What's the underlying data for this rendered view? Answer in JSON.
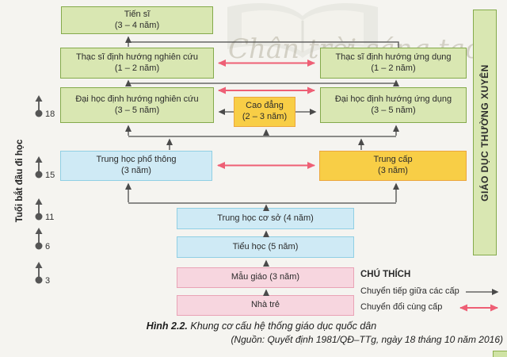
{
  "diagram": {
    "boxes": {
      "tien_si": {
        "name": "Tiến sĩ",
        "duration": "(3 – 4 năm)"
      },
      "thac_si_nc": {
        "name": "Thạc sĩ định hướng nghiên cứu",
        "duration": "(1 – 2 năm)"
      },
      "thac_si_ud": {
        "name": "Thạc sĩ định hướng ứng dụng",
        "duration": "(1 – 2 năm)"
      },
      "dai_hoc_nc": {
        "name": "Đại học định hướng nghiên cứu",
        "duration": "(3 – 5 năm)"
      },
      "cao_dang": {
        "name": "Cao đẳng",
        "duration": "(2 – 3 năm)"
      },
      "dai_hoc_ud": {
        "name": "Đại học định hướng ứng dụng",
        "duration": "(3 – 5 năm)"
      },
      "thpt": {
        "name": "Trung học phổ thông",
        "duration": "(3 năm)"
      },
      "trung_cap": {
        "name": "Trung cấp",
        "duration": "(3 năm)"
      },
      "thcs": {
        "name": "Trung học cơ sở (4 năm)"
      },
      "tieu_hoc": {
        "name": "Tiểu học (5 năm)"
      },
      "mau_giao": {
        "name": "Mẫu giáo (3 năm)"
      },
      "nha_tre": {
        "name": "Nhà trẻ"
      }
    },
    "side_bar_label": "GIÁO DỤC THƯỜNG XUYÊN",
    "age_axis": {
      "label": "Tuổi bắt đầu đi học",
      "ages": [
        "18",
        "15",
        "11",
        "6",
        "3"
      ]
    },
    "legend": {
      "title": "CHÚ THÍCH",
      "items": [
        {
          "label": "Chuyển tiếp giữa các cấp",
          "arrow": "black-single-arrow"
        },
        {
          "label": "Chuyển đổi cùng cấp",
          "arrow": "pink-double-arrow"
        }
      ]
    },
    "caption": {
      "figure_label": "Hình 2.2.",
      "figure_text": " Khung cơ cấu hệ thống giáo dục quốc dân",
      "source": "(Nguồn: Quyết định 1981/QĐ–TTg, ngày 18 tháng 10 năm 2016)"
    },
    "watermark": "Chân trời sáng tạo",
    "colors": {
      "green_fill": "#d9e7b2",
      "green_border": "#84aa4b",
      "yellow_fill": "#f8ce46",
      "yellow_border": "#eca63d",
      "blue_fill": "#cfeaf5",
      "blue_border": "#90cfe4",
      "pink_fill": "#f7d6df",
      "pink_border": "#e9a3b6",
      "arrow_black": "#4a4a4a",
      "arrow_pink": "#ee5f75",
      "background": "#f5f4f0"
    }
  }
}
